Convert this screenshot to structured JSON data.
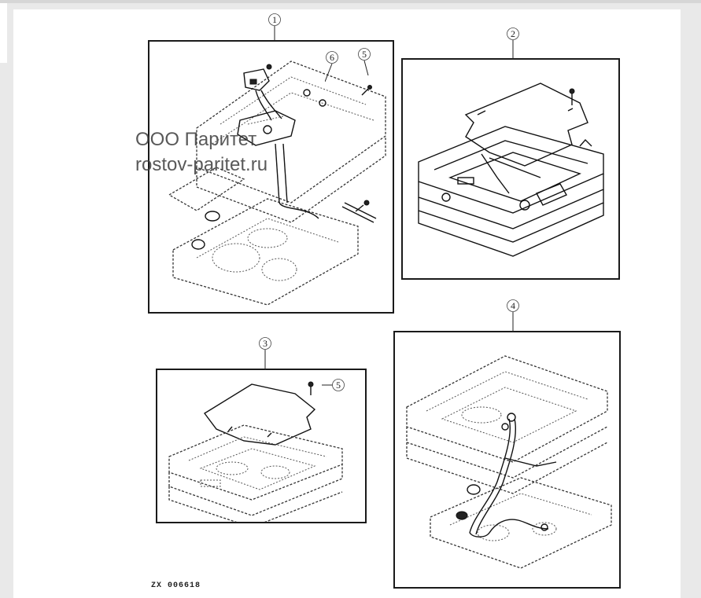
{
  "diagram": {
    "callouts": [
      {
        "id": "1",
        "label": "1"
      },
      {
        "id": "2",
        "label": "2"
      },
      {
        "id": "3",
        "label": "3"
      },
      {
        "id": "4",
        "label": "4"
      },
      {
        "id": "5a",
        "label": "5"
      },
      {
        "id": "6",
        "label": "6"
      },
      {
        "id": "5b",
        "label": "5"
      }
    ],
    "figure_code": "ZX 006618",
    "watermark": {
      "company": "ООО Паритет",
      "site": "rostov-paritet.ru"
    },
    "colors": {
      "line": "#111111",
      "paper": "#ffffff",
      "background": "#e9e9e9"
    }
  }
}
